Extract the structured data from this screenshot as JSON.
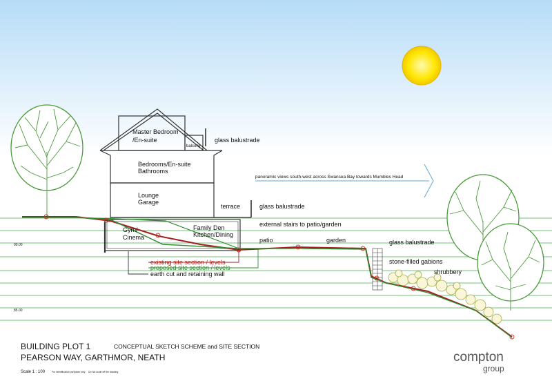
{
  "rooms": {
    "master_bedroom": [
      "Master Bedroom",
      "/En-suite"
    ],
    "balcony": "balcony",
    "bedrooms": [
      "Bedrooms/En-suite",
      "Bathrooms"
    ],
    "lounge": [
      "Lounge",
      "Garage"
    ],
    "gym": [
      "Gym/",
      "Cinema"
    ],
    "family_den": [
      "Family Den",
      "Kitchen/Dining"
    ]
  },
  "annotations": {
    "glass_balustrade_top": "glass balustrade",
    "panoramic_views": "panoramic views south-west across Swansea Bay towards Mumbles Head",
    "terrace": "terrace",
    "glass_balustrade_terrace": "glass balustrade",
    "external_stairs": "external stairs to patio/garden",
    "patio": "patio",
    "garden": "garden",
    "glass_balustrade_garden": "glass balustrade",
    "gabions": "stone-filled gabions",
    "shrubbery": "shrubbery"
  },
  "legend": {
    "existing": "existing site section / levels",
    "proposed": "proposed site section / levels",
    "retaining": "earth cut and retaining wall"
  },
  "datum_labels": [
    "90.00",
    "85.00"
  ],
  "title_block": {
    "line1": "BUILDING PLOT 1",
    "subtitle": "CONCEPTUAL SKETCH SCHEME and SITE SECTION",
    "line2": "PEARSON WAY, GARTHMOR, NEATH",
    "scale": "Scale 1 : 100",
    "note1": "For identification purposes only",
    "note2": "Do not scale off the drawing"
  },
  "logo": {
    "top": "compton",
    "bottom": "group"
  },
  "colors": {
    "existing": "#a51d1d",
    "proposed": "#2e8b2e",
    "level_lines": "#3fae4a",
    "sun": "#ffe600",
    "sky_top": "#b6dcf7",
    "building": "#333333"
  }
}
